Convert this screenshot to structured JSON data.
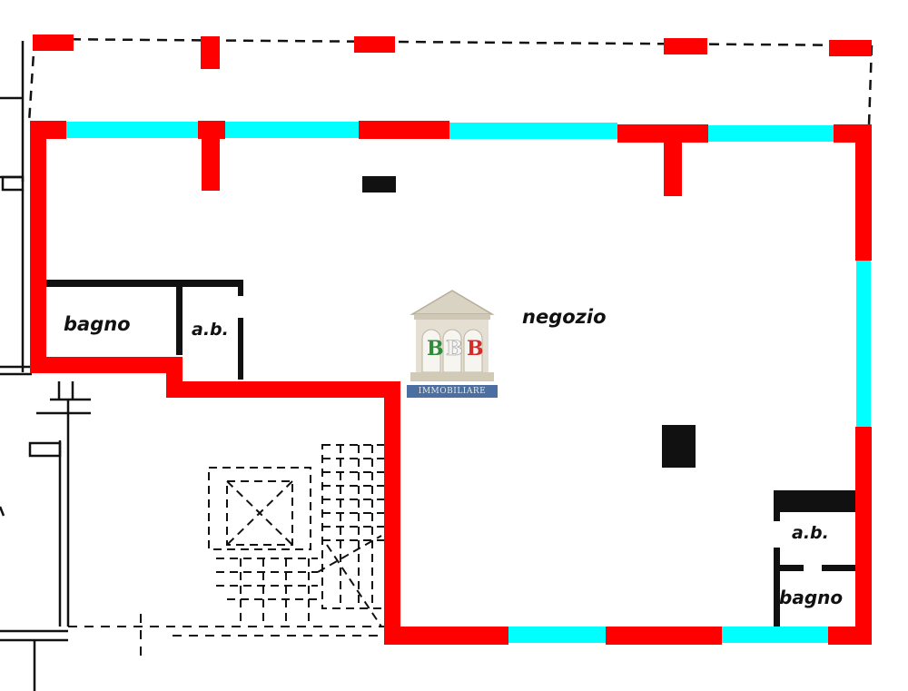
{
  "colors": {
    "wall": "#ff0000",
    "window": "#00ffff",
    "ink": "#111111",
    "background": "#ffffff"
  },
  "rooms": {
    "bagno_left": "bagno",
    "ab_left": "a.b.",
    "negozio": "negozio",
    "ab_right": "a.b.",
    "bagno_right": "bagno"
  },
  "logo": {
    "letters": [
      "B",
      "B",
      "B"
    ],
    "caption": "IMMOBILIARE",
    "icon": "building-facade-icon"
  }
}
